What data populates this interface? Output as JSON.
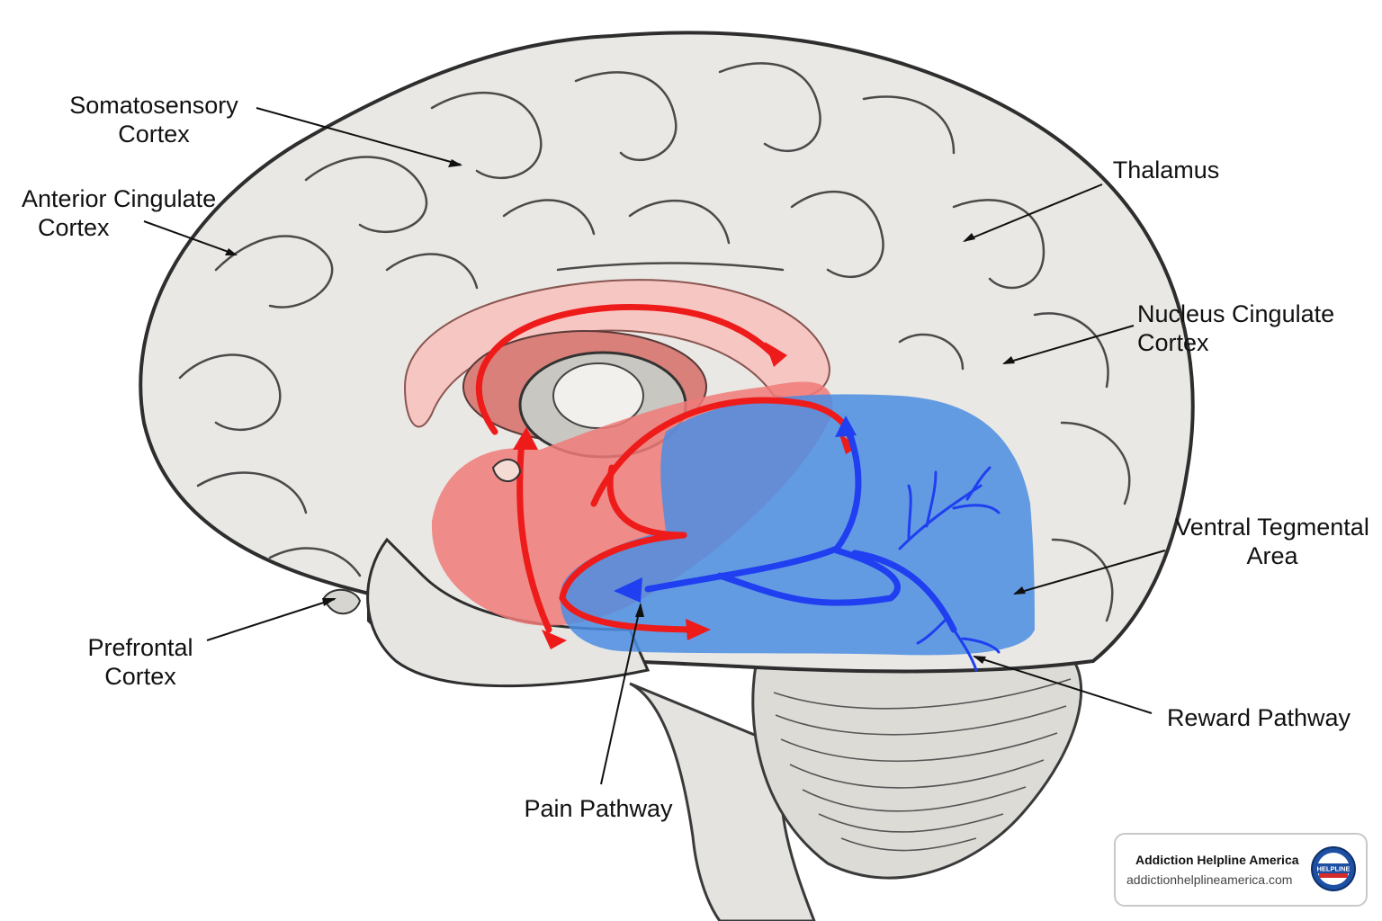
{
  "labels": {
    "somatosensory": [
      "Somatosensory",
      "Cortex"
    ],
    "anterior_cingulate": [
      "Anterior Cingulate",
      "Cortex"
    ],
    "prefrontal": [
      "Prefrontal",
      "Cortex"
    ],
    "thalamus": [
      "Thalamus"
    ],
    "nucleus_cingulate": [
      "Nucleus Cingulate",
      "Cortex"
    ],
    "ventral_tegmental": [
      "Ventral Tegmental",
      "Area"
    ],
    "reward_pathway": [
      "Reward Pathway"
    ],
    "pain_pathway": [
      "Pain Pathway"
    ]
  },
  "brand": {
    "name": "Addiction Helpline America",
    "url": "addictionhelplineamerica.com",
    "badge_text": "HELPLINE"
  },
  "colors": {
    "pain": "#ee1b1b",
    "pain_region": "#f07a78",
    "reward": "#1f3ff0",
    "reward_region": "#5b9ae6",
    "brain_fill": "#e9e8e4",
    "outline": "#3a3a3a"
  }
}
